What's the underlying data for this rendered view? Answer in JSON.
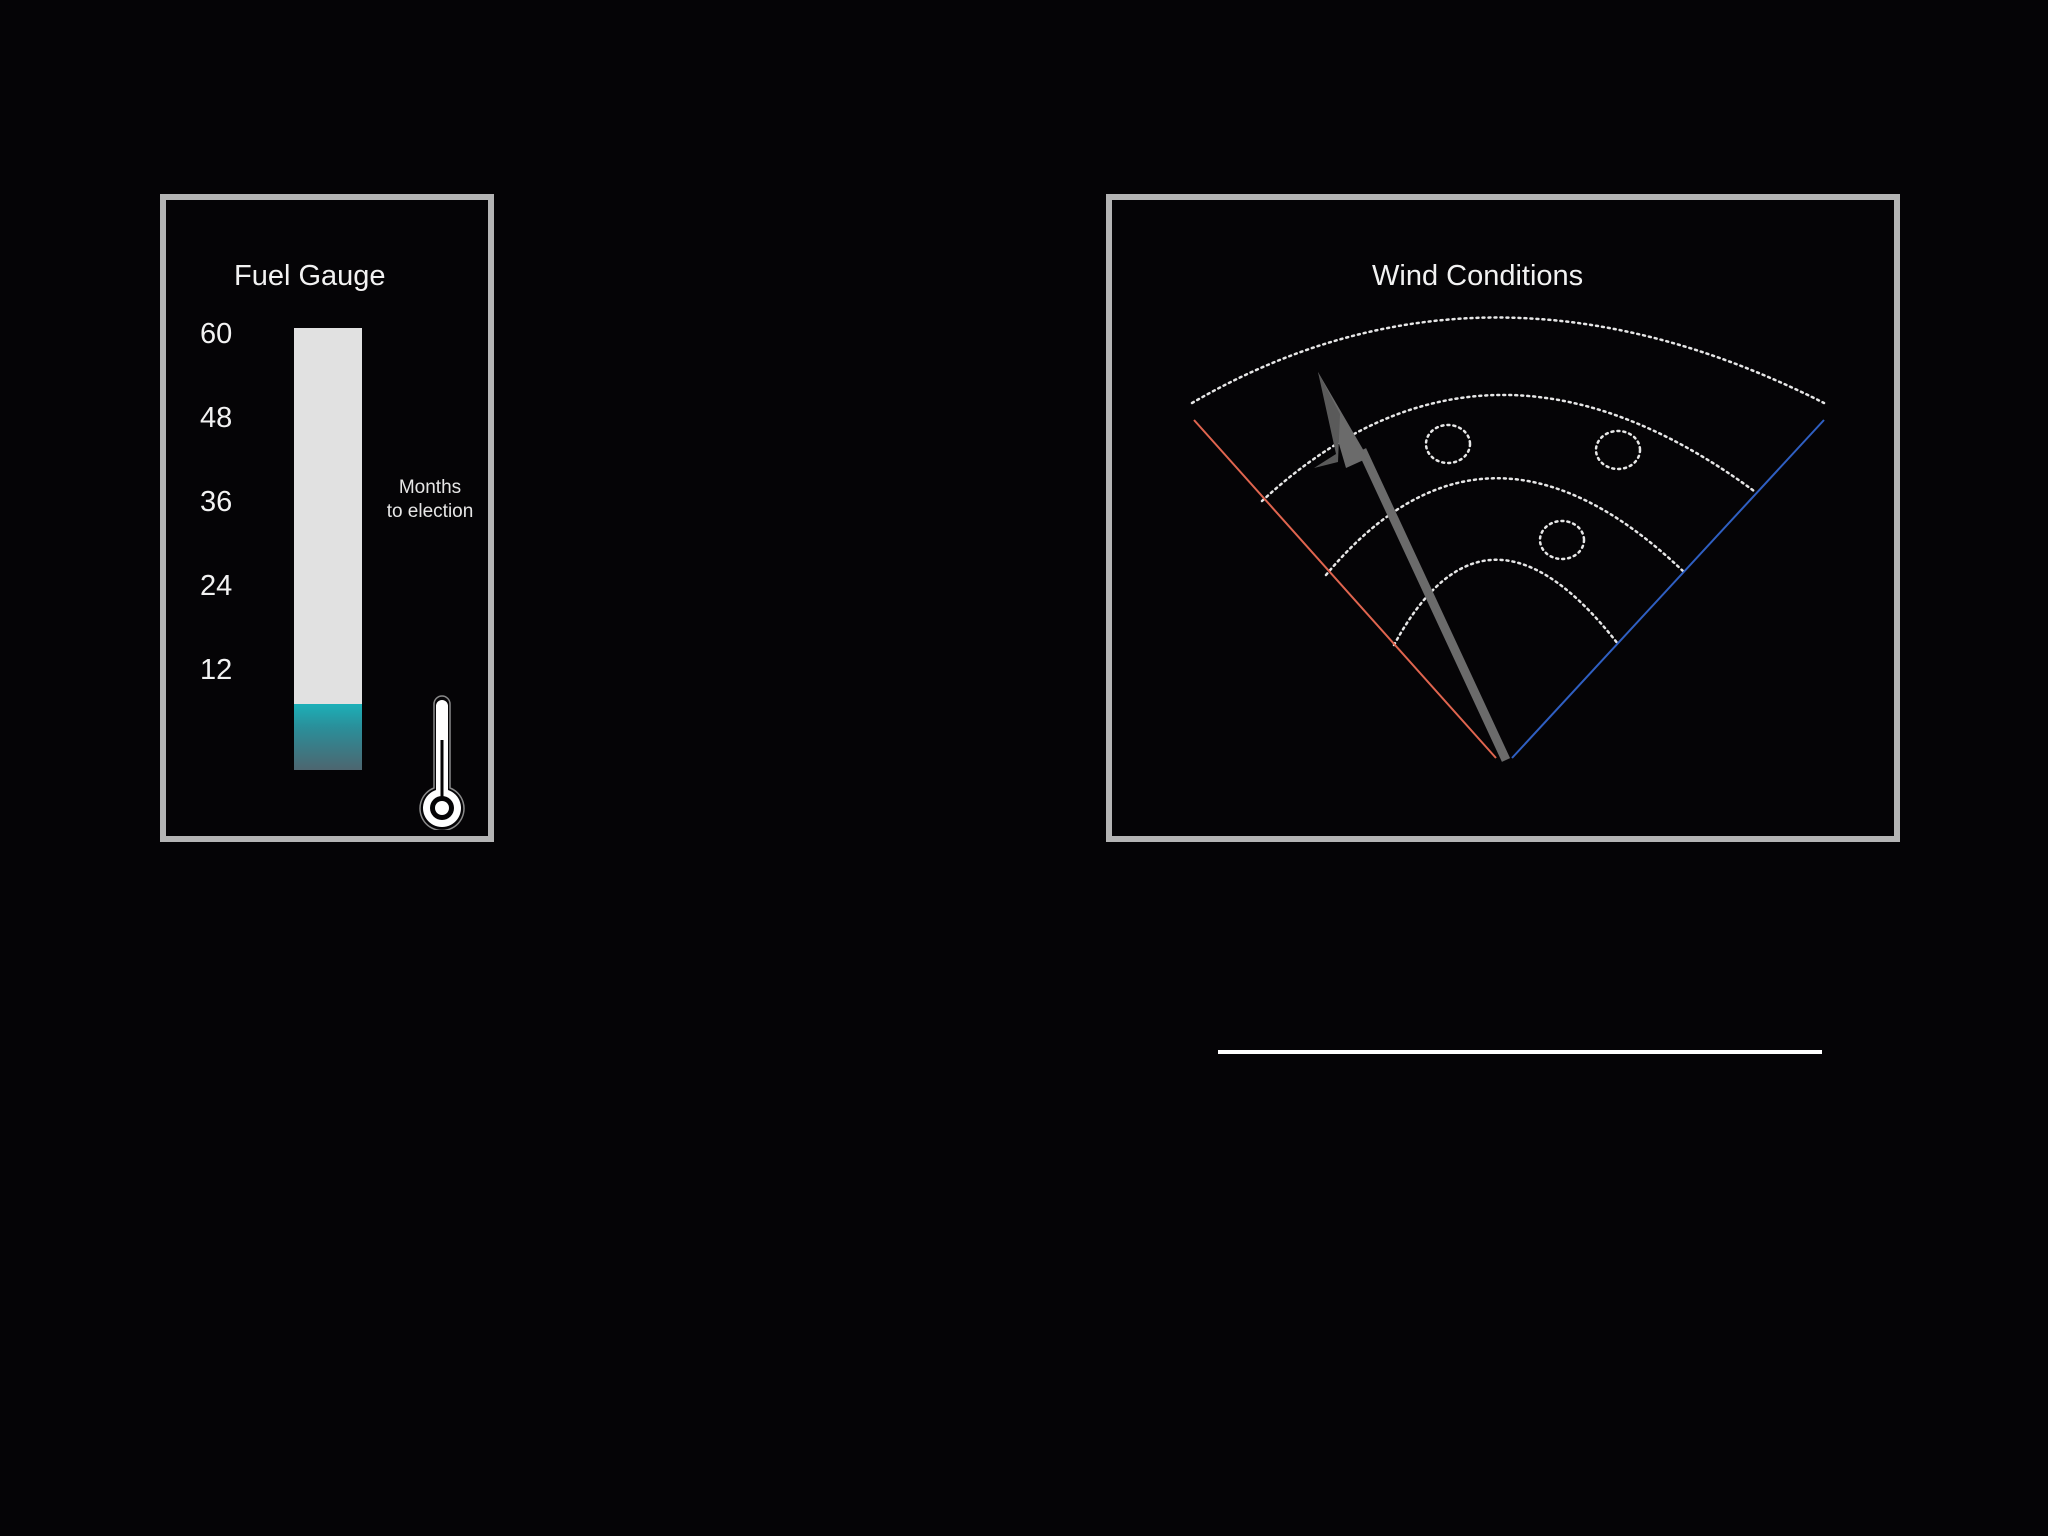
{
  "fuel_gauge": {
    "title": "Fuel Gauge",
    "caption_line1": "Months",
    "caption_line2": "to election",
    "scale_max": 60,
    "ticks": [
      "60",
      "48",
      "36",
      "24",
      "12"
    ],
    "value": 9,
    "fill_color": "#1cb0b8",
    "track_color": "#e1e1e1",
    "icon": "thermometer-icon"
  },
  "wind_conditions": {
    "title": "Wind Conditions",
    "left_edge_color": "#e0654f",
    "right_edge_color": "#2f5fc2",
    "arrow_color": "#6b6b6b",
    "ring_count": 4,
    "marker_count": 3
  }
}
